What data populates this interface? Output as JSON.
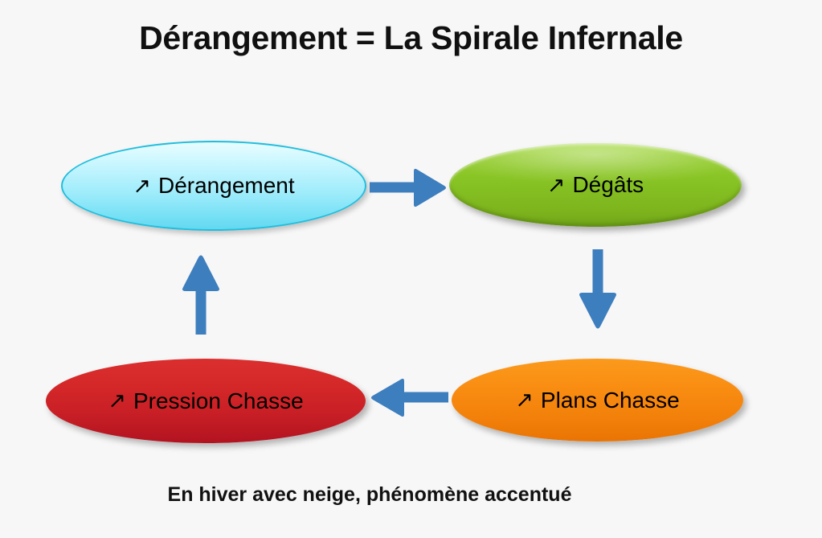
{
  "slide": {
    "title": "Dérangement = La Spirale Infernale",
    "caption": "En hiver avec neige, phénomène accentué",
    "background_color": "#f7f7f7"
  },
  "diagram": {
    "type": "cycle",
    "arrow_color": "#3d7ebe",
    "nodes": [
      {
        "id": "derangement",
        "label": "Dérangement",
        "trend_glyph": "↗",
        "trend": "increase",
        "fill_color": "#9fecfb",
        "border_color": "#20bedd",
        "position": "top-left"
      },
      {
        "id": "degats",
        "label": "Dégâts",
        "trend_glyph": "↗",
        "trend": "increase",
        "fill_color": "#86c223",
        "border_color": "#6fa418",
        "position": "top-right"
      },
      {
        "id": "plans-chasse",
        "label": "Plans Chasse",
        "trend_glyph": "↗",
        "trend": "increase",
        "fill_color": "#f2800a",
        "border_color": "#ea7403",
        "position": "bottom-right"
      },
      {
        "id": "pression-chasse",
        "label": "Pression Chasse",
        "trend_glyph": "↗",
        "trend": "increase",
        "fill_color": "#c81f26",
        "border_color": "#b21320",
        "position": "bottom-left"
      }
    ],
    "connectors": [
      {
        "id": "derangement-to-degats",
        "from": "derangement",
        "to": "degats",
        "direction": "right"
      },
      {
        "id": "degats-to-plans",
        "from": "degats",
        "to": "plans-chasse",
        "direction": "down"
      },
      {
        "id": "plans-to-pression",
        "from": "plans-chasse",
        "to": "pression-chasse",
        "direction": "left"
      },
      {
        "id": "pression-to-derangement",
        "from": "pression-chasse",
        "to": "derangement",
        "direction": "up"
      }
    ]
  }
}
